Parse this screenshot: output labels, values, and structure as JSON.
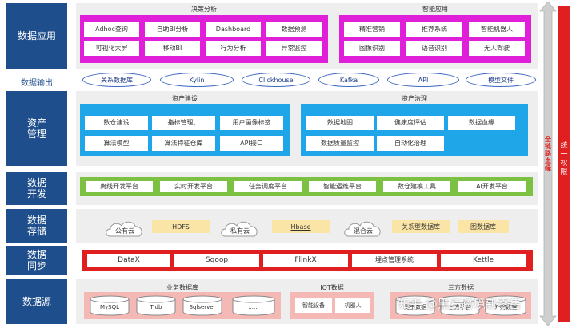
{
  "left_labels": {
    "data_app": "数据应用",
    "data_output": "数据输出",
    "asset_mgmt": "资产\n管理",
    "data_dev": "数据\n开发",
    "data_storage": "数据\n存储",
    "data_sync": "数据\n同步",
    "data_source": "数据源"
  },
  "app_layer": {
    "decision_title": "决策分析",
    "decision_items": [
      "Adhoc查询",
      "自助BI分析",
      "Dashboard",
      "数据预测",
      "可视化大屏",
      "移动BI",
      "行为分析",
      "异常监控"
    ],
    "smart_title": "智能应用",
    "smart_items": [
      "精准营销",
      "推荐系统",
      "智能机器人",
      "图像识别",
      "语音识别",
      "无人驾驶"
    ]
  },
  "output_layer": {
    "items": [
      "关系数据库",
      "Kylin",
      "Clickhouse",
      "Kafka",
      "API",
      "模型文件"
    ]
  },
  "asset_layer": {
    "build_title": "资产建设",
    "build_items": [
      "数仓建设",
      "指标管理、",
      "用户画像标签",
      "算法模型",
      "算法特征仓库",
      "API接口"
    ],
    "gov_title": "资产治理",
    "gov_items": [
      "数据地图",
      "健康度评估",
      "数据血缘",
      "数据质量监控",
      "自动化治理"
    ]
  },
  "dev_layer": {
    "items": [
      "离线开发平台",
      "实时开发平台",
      "任务调度平台",
      "智能运维平台",
      "数仓建模工具",
      "AI开发平台"
    ]
  },
  "storage_layer": {
    "items": [
      "公有云",
      "HDFS",
      "私有云",
      "Hbase",
      "混合云",
      "关系型数据库",
      "图数据库"
    ]
  },
  "sync_layer": {
    "items": [
      "DataX",
      "Sqoop",
      "FlinkX",
      "埋点管理系统",
      "Kettle"
    ]
  },
  "source_layer": {
    "biz_title": "业务数据库",
    "biz_items": [
      "MySQL",
      "Tidb",
      "Sqlserver",
      "......"
    ],
    "iot_title": "IOT数据",
    "iot_items": [
      "智能设备",
      "机器人"
    ],
    "third_title": "三方数据",
    "third_items": [
      "爬虫数据",
      "三方平台",
      "外购数据"
    ]
  },
  "right_side": {
    "lineage": "全链路血缘",
    "perm": "统一权限"
  },
  "watermark": "知乎 @黑石跨境新零售"
}
